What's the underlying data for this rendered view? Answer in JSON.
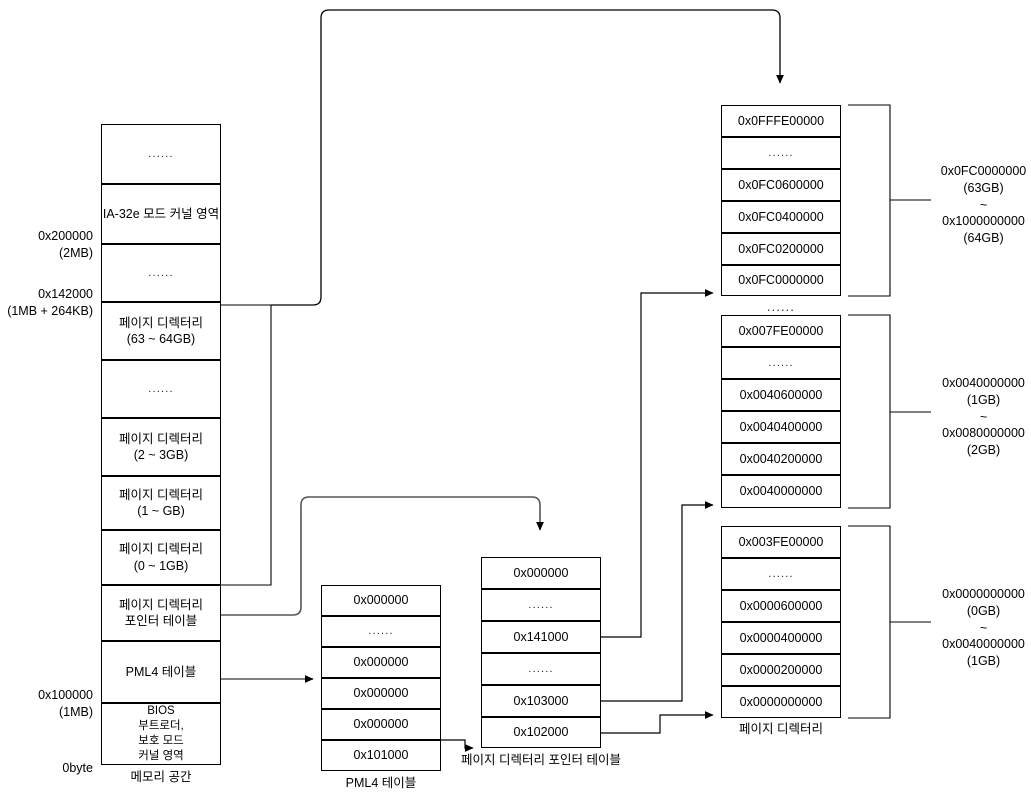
{
  "diagram": {
    "title": "IA-32e mode paging structures memory layout",
    "colors": {
      "line": "#000000",
      "grayline": "#666666",
      "background": "#ffffff"
    }
  },
  "memory_space": {
    "caption": "메모리 공간",
    "cells": [
      {
        "label": "......",
        "kind": "ellipsis"
      },
      {
        "label": "IA-32e 모드 커널 영역",
        "kind": "region"
      },
      {
        "label": "......",
        "kind": "ellipsis"
      },
      {
        "label": "페이지 디렉터리\n(63 ~ 64GB)",
        "kind": "region"
      },
      {
        "label": "......",
        "kind": "ellipsis"
      },
      {
        "label": "페이지 디렉터리\n(2 ~ 3GB)",
        "kind": "region"
      },
      {
        "label": "페이지 디렉터리\n(1 ~ GB)",
        "kind": "region"
      },
      {
        "label": "페이지 디렉터리\n(0 ~ 1GB)",
        "kind": "region"
      },
      {
        "label": "페이지 디렉터리\n포인터 테이블",
        "kind": "region"
      },
      {
        "label": "PML4 테이블",
        "kind": "region"
      },
      {
        "label": "BIOS\n부트로더,\n보호 모드\n커널 영역",
        "kind": "region"
      }
    ],
    "address_marks": [
      {
        "text": "0x200000\n(2MB)"
      },
      {
        "text": "0x142000\n(1MB + 264KB)"
      },
      {
        "text": "0x100000\n(1MB)"
      },
      {
        "text": "0byte"
      }
    ]
  },
  "pml4_table": {
    "caption": "PML4 테이블",
    "entries": [
      "0x000000",
      "......",
      "0x000000",
      "0x000000",
      "0x000000",
      "0x101000"
    ]
  },
  "pdpt_table": {
    "caption": "페이지 디렉터리 포인터 테이블",
    "entries": [
      "0x000000",
      "......",
      "0x141000",
      "......",
      "0x103000",
      "0x102000"
    ]
  },
  "page_directories": [
    {
      "name": "page-directory-63-64gb",
      "caption": "",
      "entries": [
        "0x0FFFE00000",
        "......",
        "0x0FC0600000",
        "0x0FC0400000",
        "0x0FC0200000",
        "0x0FC0000000"
      ],
      "below_ellipsis": "......",
      "range": "0x0FC0000000\n(63GB)\n~\n0x1000000000\n(64GB)"
    },
    {
      "name": "page-directory-1-2gb",
      "caption": "",
      "entries": [
        "0x007FE00000",
        "......",
        "0x0040600000",
        "0x0040400000",
        "0x0040200000",
        "0x0040000000"
      ],
      "below_ellipsis": "",
      "range": "0x0040000000\n(1GB)\n~\n0x0080000000\n(2GB)"
    },
    {
      "name": "page-directory-0-1gb",
      "caption": "페이지 디렉터리",
      "entries": [
        "0x003FE00000",
        "......",
        "0x0000600000",
        "0x0000400000",
        "0x0000200000",
        "0x0000000000"
      ],
      "below_ellipsis": "",
      "range": "0x0000000000\n(0GB)\n~\n0x0040000000\n(1GB)"
    }
  ]
}
